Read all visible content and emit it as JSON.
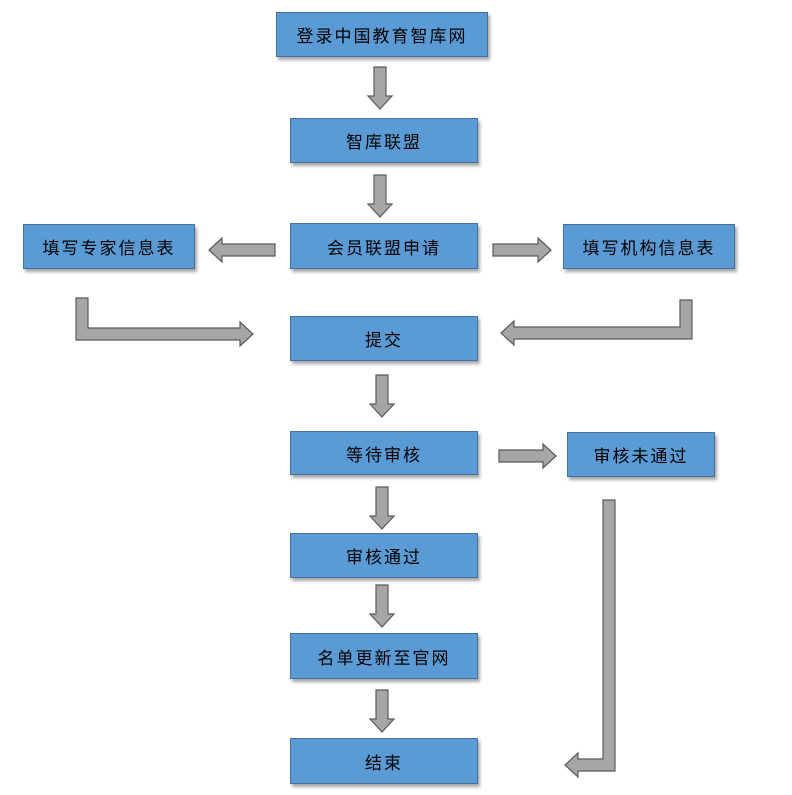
{
  "colors": {
    "box_fill": "#5b9bd5",
    "box_border": "#41719c",
    "arrow_fill": "#a6a6a6",
    "arrow_stroke": "#595959"
  },
  "nodes": {
    "login": "登录中国教育智库网",
    "alliance": "智库联盟",
    "apply": "会员联盟申请",
    "expert_form": "填写专家信息表",
    "org_form": "填写机构信息表",
    "submit": "提交",
    "waiting": "等待审核",
    "rejected": "审核未通过",
    "approved": "审核通过",
    "publish": "名单更新至官网",
    "end": "结束"
  }
}
